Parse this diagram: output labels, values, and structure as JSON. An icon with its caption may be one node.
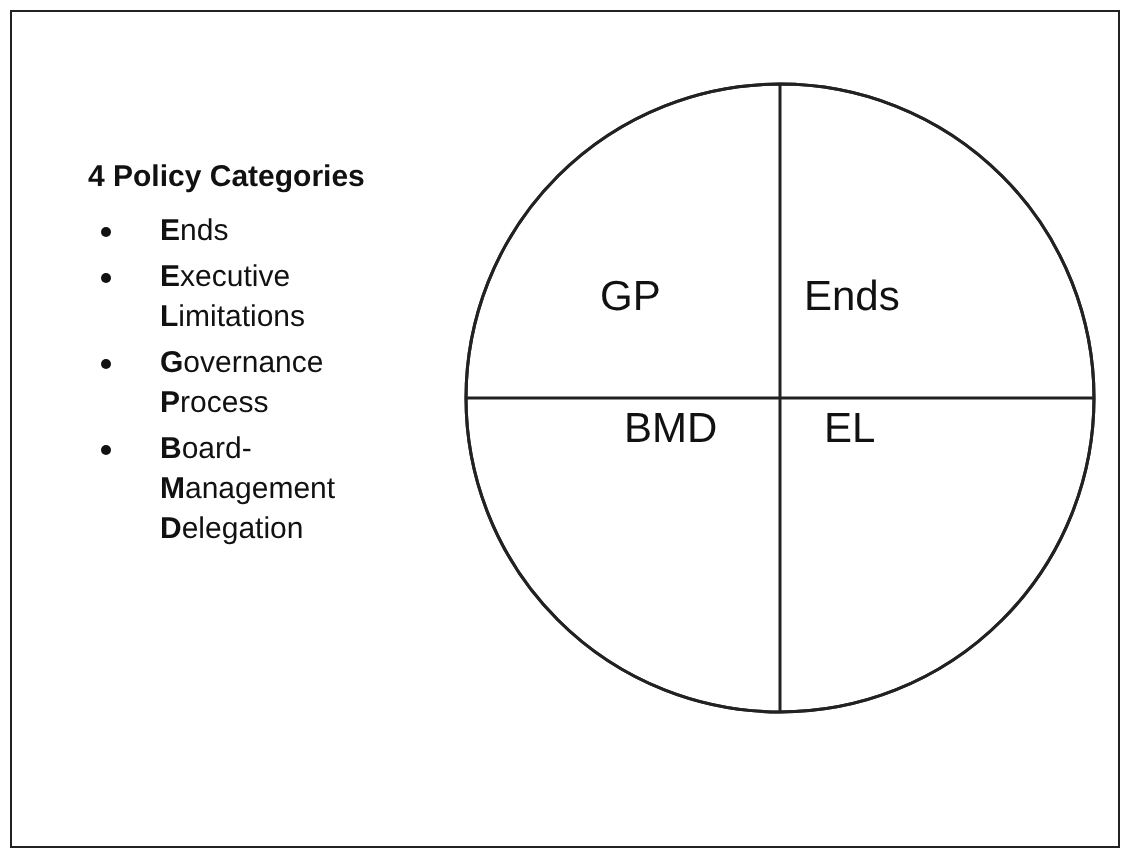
{
  "diagram": {
    "nodes": [
      {
        "text": [],
        "shape": "circle"
      },
      {
        "text": [
          "GP"
        ],
        "in": 0
      },
      {
        "text": [
          "Ends"
        ],
        "in": 0
      },
      {
        "text": [
          "BMD"
        ],
        "in": 0
      },
      {
        "text": [
          "EL"
        ],
        "in": 0
      }
    ],
    "labels": [
      "4 Policy Categories",
      "**E**nds",
      "**E**xecutive **L**imitations",
      "**G**overnance **P**rocess",
      "**B**oard-**M**anagement **D**elegation"
    ]
  }
}
